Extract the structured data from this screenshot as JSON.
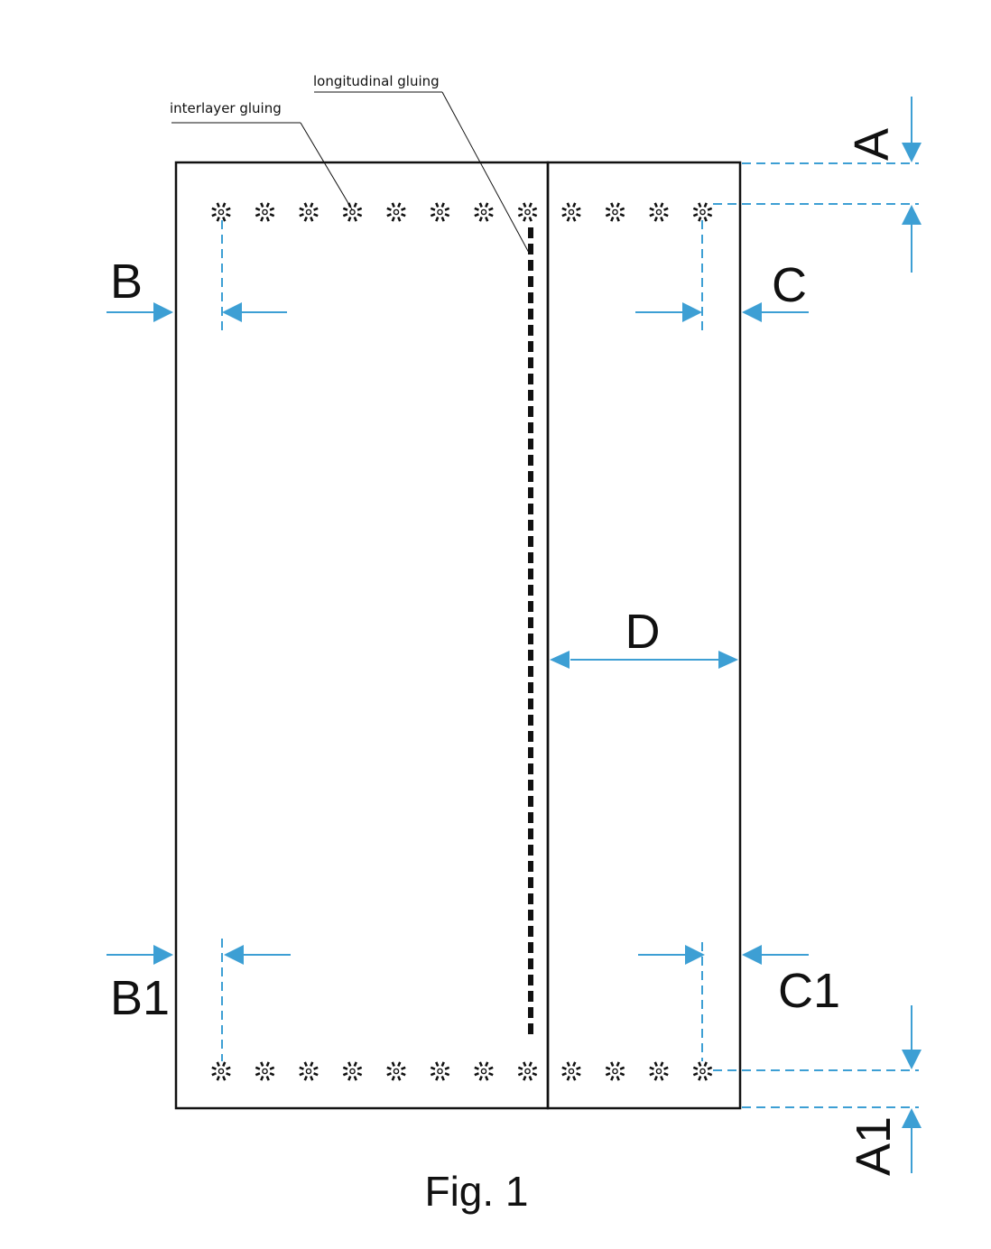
{
  "callouts": {
    "interlayer": "interlayer gluing",
    "longitudinal": "longitudinal gluing"
  },
  "dimensions": {
    "A": "A",
    "A1": "A1",
    "B": "B",
    "B1": "B1",
    "C": "C",
    "C1": "C1",
    "D": "D"
  },
  "figure_caption": "Fig. 1",
  "colors": {
    "line": "#111111",
    "dimension": "#3d9fd4"
  },
  "glue_marks": {
    "top_row_count": 12,
    "bottom_row_count": 12
  }
}
